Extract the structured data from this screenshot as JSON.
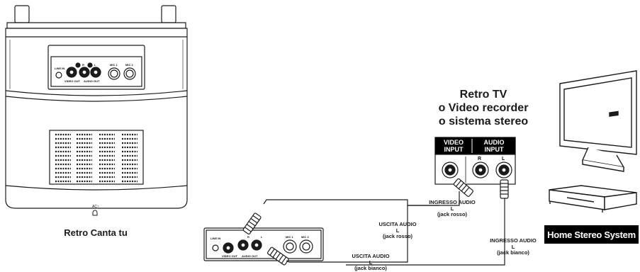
{
  "device": {
    "name": "Retro Canta tu",
    "panel_labels": {
      "line_in": "LINE IN",
      "r": "R",
      "l": "L",
      "video_out": "VIDEO OUT",
      "audio_out": "AUDIO OUT",
      "mic1": "MIC 1",
      "mic2": "MIC 2"
    },
    "ac_label": "AC~"
  },
  "target": {
    "title_lines": [
      "Retro TV",
      "o Video recorder",
      "o sistema stereo"
    ],
    "video_input_lines": [
      "VIDEO",
      "INPUT"
    ],
    "audio_input_lines": [
      "AUDIO",
      "INPUT"
    ],
    "jack_r": "R",
    "jack_l": "L"
  },
  "connections": {
    "out_red": {
      "lines": [
        "USCITA AUDIO",
        "L",
        "(jack rosso)"
      ]
    },
    "out_white": {
      "lines": [
        "USCITA AUDIO",
        "L",
        "(jack bianco)"
      ]
    },
    "in_red": {
      "lines": [
        "INGRESSO AUDIO",
        "L",
        "(jack rosso)"
      ]
    },
    "in_white": {
      "lines": [
        "INGRESSO AUDIO",
        "L",
        "(jack bianco)"
      ]
    }
  },
  "home_stereo": {
    "label": "Home Stereo System"
  }
}
